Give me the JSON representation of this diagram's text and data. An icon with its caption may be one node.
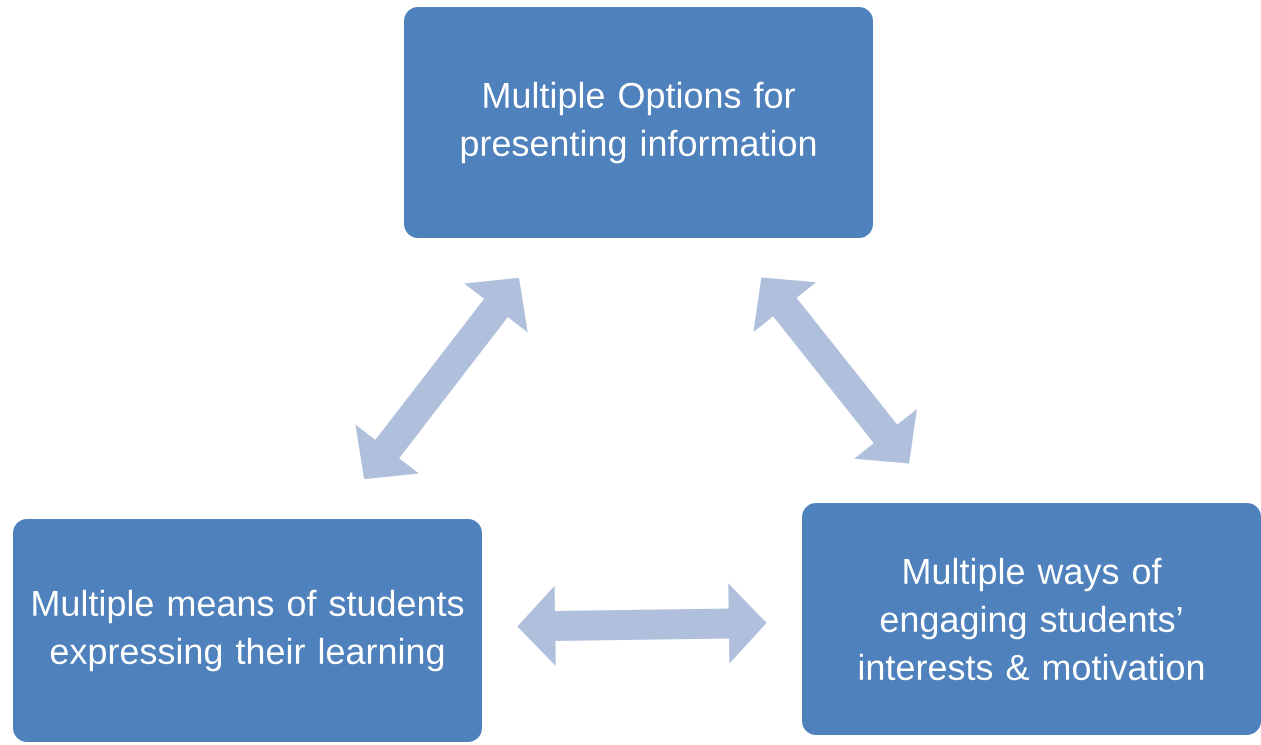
{
  "diagram": {
    "nodes": [
      {
        "text": [
          "Multiple Options for presenting information"
        ]
      },
      {
        "text": [
          "Multiple means of students expressing their learning"
        ]
      },
      {
        "text": [
          "Multiple ways of engaging students’ interests & motivation"
        ]
      }
    ],
    "edges": [
      {
        "from": 0,
        "to": 1,
        "arrow": "both"
      },
      {
        "from": 0,
        "to": 2,
        "arrow": "both"
      },
      {
        "from": 1,
        "to": 2,
        "arrow": "both"
      }
    ]
  }
}
